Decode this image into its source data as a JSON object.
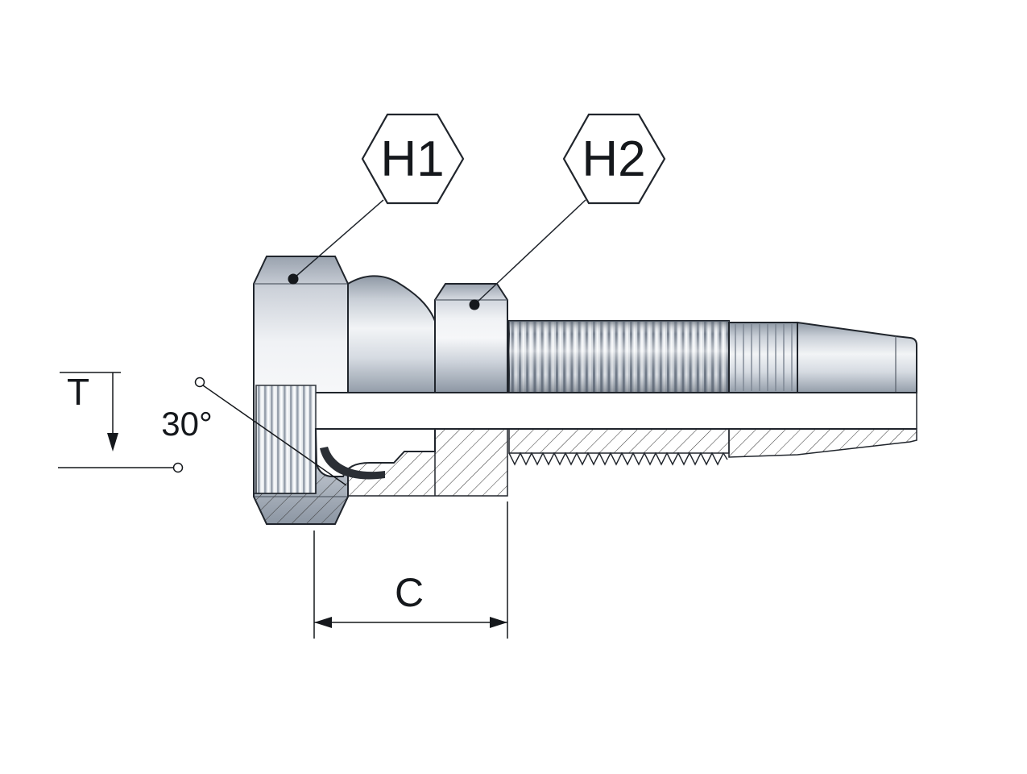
{
  "drawing": {
    "balloons": {
      "h1": {
        "label": "H1"
      },
      "h2": {
        "label": "H2"
      }
    },
    "dimensions": {
      "t": {
        "label": "T"
      },
      "seat_angle": {
        "label": "30°"
      },
      "c": {
        "label": "C"
      }
    },
    "colors": {
      "background": "#ffffff",
      "outline": "#20252c",
      "metal_light": "#f2f4f6",
      "metal_mid": "#ccd2da",
      "metal_dark": "#8c96a3",
      "hatch_line": "#3f3f3f"
    }
  }
}
